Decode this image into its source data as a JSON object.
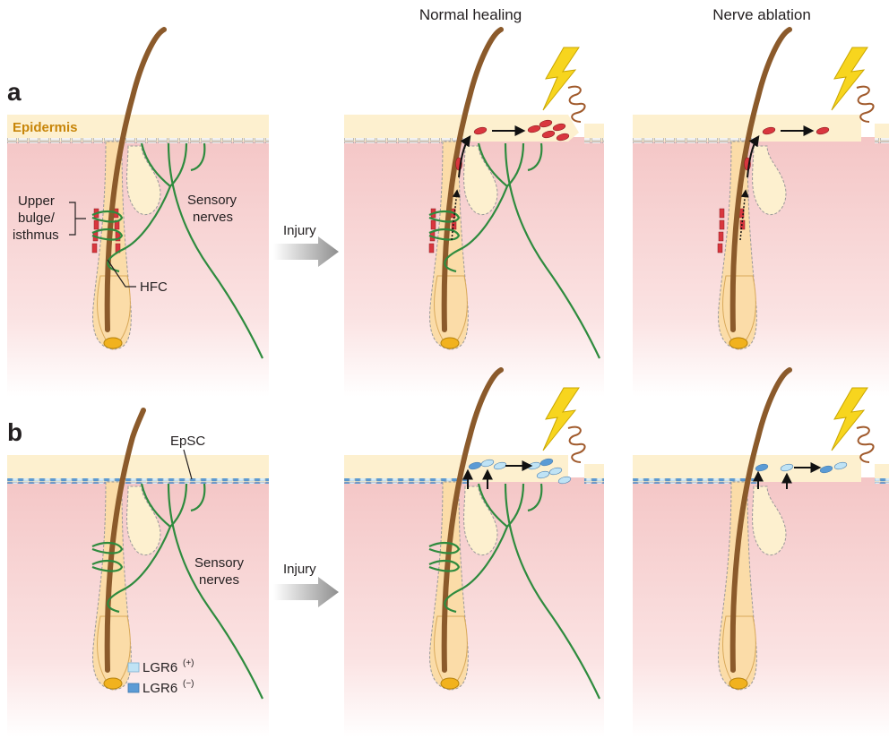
{
  "column_titles": {
    "normal": "Normal healing",
    "ablation": "Nerve ablation"
  },
  "panels": {
    "a": {
      "letter": "a",
      "epidermis": "Epidermis",
      "bulge_line1": "Upper",
      "bulge_line2": "bulge/",
      "bulge_line3": "isthmus",
      "hfc": "HFC",
      "nerves_line1": "Sensory",
      "nerves_line2": "nerves",
      "injury": "Injury"
    },
    "b": {
      "letter": "b",
      "epsc": "EpSC",
      "nerves_line1": "Sensory",
      "nerves_line2": "nerves",
      "injury": "Injury"
    }
  },
  "legend": {
    "pos_label": "LGR6",
    "pos_sup": "(+)",
    "neg_label": "LGR6",
    "neg_sup": "(−)",
    "pos_color": "#bfe3f5",
    "neg_color": "#5b9bd5"
  },
  "colors": {
    "epidermis": "#fdf0cf",
    "dermis": "#f6cfcf",
    "nerve": "#2e8b3e",
    "hair": "#8b5a2b",
    "hfc": "#d9363e",
    "lightning": "#f7d51e",
    "arrow_gradient": "#9a9a9a"
  },
  "icons": [
    "lightning-bolt-icon",
    "coiled-nerve-icon",
    "injury-arrow-icon"
  ]
}
